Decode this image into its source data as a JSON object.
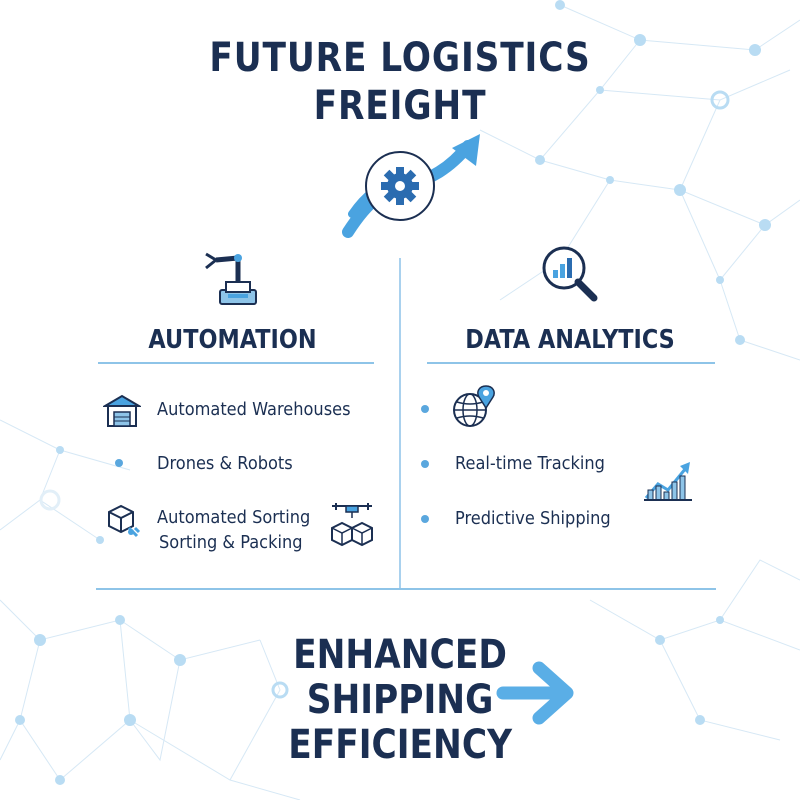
{
  "header": {
    "title_line1": "FUTURE LOGISTICS",
    "title_line2": "FREIGHT",
    "hero_icon": "gear-arrow-growth-icon"
  },
  "automation": {
    "heading": "AUTOMATION",
    "icon": "robotic-arm-icon",
    "items": [
      {
        "label": "Automated Warehouses",
        "icon": "warehouse-icon"
      },
      {
        "label": "Drones & Robots",
        "icon": "bullet"
      },
      {
        "label_line1": "Automated Sorting",
        "label_line2": "Sorting & Packing",
        "icon": "package-sorting-icon",
        "extra_icon": "drone-boxes-icon"
      }
    ]
  },
  "analytics": {
    "heading": "DATA ANALYTICS",
    "icon": "chart-magnifier-icon",
    "items": [
      {
        "label": "",
        "icon": "globe-pin-icon"
      },
      {
        "label": "Real-time Tracking",
        "icon": "bullet"
      },
      {
        "label": "Predictive Shipping",
        "icon": "bullet"
      }
    ],
    "side_icon": "growth-chart-icon"
  },
  "footer": {
    "line1": "ENHANCED",
    "line2": "SHIPPING",
    "line3": "EFFICIENCY",
    "icon": "arrow-right-icon"
  },
  "colors": {
    "navy": "#1b2f52",
    "accent_blue": "#4aa3e0",
    "light_blue": "#8ec4e8"
  }
}
